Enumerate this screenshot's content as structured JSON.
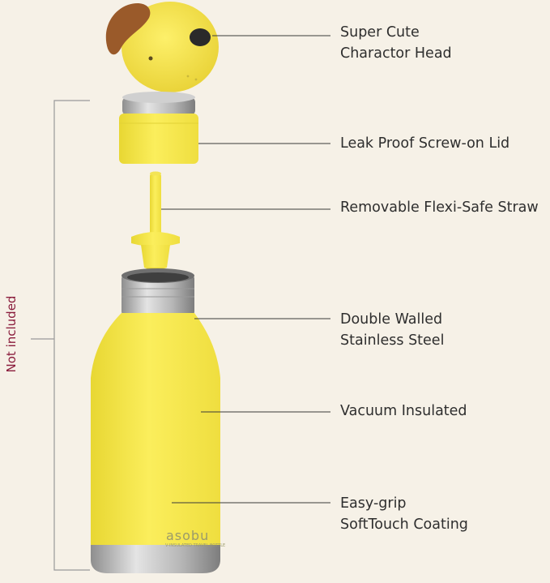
{
  "callouts": [
    {
      "id": "head",
      "lines": [
        "Super Cute",
        "Charactor Head"
      ]
    },
    {
      "id": "lid",
      "lines": [
        "Leak Proof Screw-on Lid"
      ]
    },
    {
      "id": "straw",
      "lines": [
        "Removable Flexi-Safe Straw"
      ]
    },
    {
      "id": "steel",
      "lines": [
        "Double Walled",
        "Stainless Steel"
      ]
    },
    {
      "id": "vacuum",
      "lines": [
        "Vacuum Insulated"
      ]
    },
    {
      "id": "grip",
      "lines": [
        "Easy-grip",
        "SoftTouch Coating"
      ]
    }
  ],
  "side_label": "Not included",
  "brand": {
    "logo": "asobu",
    "tagline": "V-INSULATED TRAVEL BOTTLE"
  },
  "colors": {
    "background": "#f6f1e7",
    "bottle_yellow": "#f7e84a",
    "ear_brown": "#9a5a2a",
    "steel": "#b9b9b9",
    "bracket": "#9a9a9a",
    "side_label": "#8a1c3c"
  }
}
